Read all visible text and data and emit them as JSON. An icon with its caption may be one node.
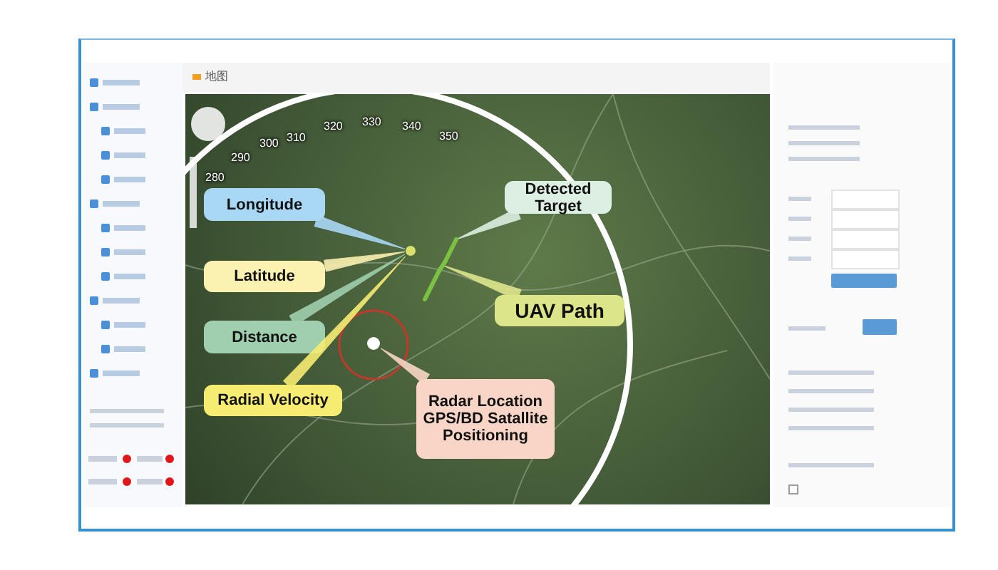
{
  "diagram": {
    "nodes": [
      {
        "text": [
          "Longitude"
        ]
      },
      {
        "text": [
          "Latitude"
        ]
      },
      {
        "text": [
          "Distance"
        ]
      },
      {
        "text": [
          "Radial Velocity"
        ]
      },
      {
        "text": [
          "Detected Target"
        ]
      },
      {
        "text": [
          "UAV Path"
        ]
      },
      {
        "text": [
          "Radar Location GPS/BD Satallite Positioning"
        ]
      },
      {
        "text": [],
        "shape": "circle"
      },
      {
        "text": [],
        "shape": "line"
      },
      {
        "text": [],
        "shape": "circle"
      }
    ],
    "edges": [
      {
        "from": 0,
        "to": 7,
        "arrow": "none"
      },
      {
        "from": 1,
        "to": 7,
        "arrow": "none"
      },
      {
        "from": 2,
        "to": 7,
        "arrow": "none"
      },
      {
        "from": 3,
        "to": 7,
        "arrow": "none"
      },
      {
        "from": 4,
        "to": 8,
        "arrow": "none"
      },
      {
        "from": 5,
        "to": 8,
        "arrow": "none"
      },
      {
        "from": 6,
        "to": 9,
        "arrow": "none"
      }
    ],
    "labels": [
      "地图",
      "280",
      "290",
      "300",
      "310",
      "320",
      "330",
      "340",
      "350"
    ]
  }
}
